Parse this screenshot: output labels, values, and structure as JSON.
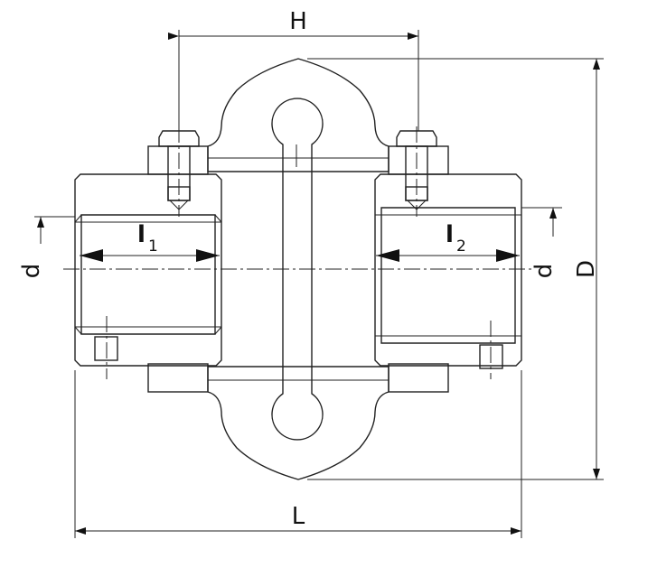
{
  "title": "Flexible tyre coupling – sectional drawing",
  "dimensions": {
    "H": "H",
    "D": "D",
    "L": "L",
    "d_left": "d",
    "d_right": "d",
    "l1_main": "l",
    "l1_sub": "1",
    "l2_main": "l",
    "l2_sub": "2"
  },
  "colors": {
    "line": "#222222",
    "background": "#ffffff"
  }
}
